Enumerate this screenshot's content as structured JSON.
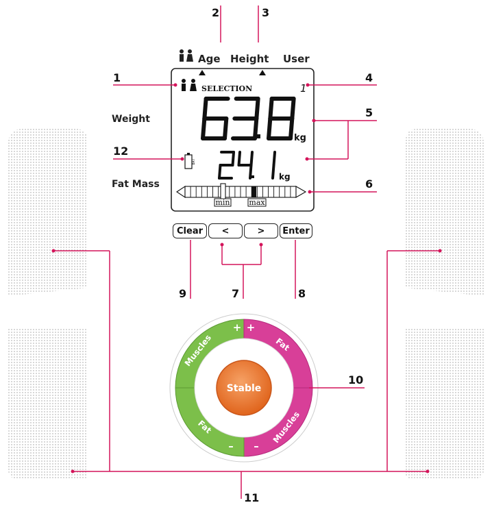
{
  "callouts": [
    "1",
    "2",
    "3",
    "4",
    "5",
    "6",
    "7",
    "8",
    "9",
    "10",
    "11",
    "12"
  ],
  "panel": {
    "user_icon": "two-person-icon",
    "age": "Age",
    "height": "Height",
    "user": "User",
    "weight": "Weight",
    "fat_mass": "Fat Mass"
  },
  "display": {
    "selection": "SELECTION",
    "user_number": "1",
    "weight_value": "63.8",
    "weight_unit": "kg",
    "fat_value": "24.1",
    "fat_unit": "kg",
    "battery": "BAT",
    "min": "min",
    "max": "max"
  },
  "buttons": {
    "clear": "Clear",
    "left": "<",
    "right": ">",
    "enter": "Enter"
  },
  "dial": {
    "center": "Stable",
    "muscles_plus": "Muscles",
    "fat_plus": "Fat",
    "fat_minus": "Fat",
    "muscles_minus": "Muscles",
    "plus": "+",
    "minus": "–"
  },
  "colors": {
    "accent_line": "#d4145a",
    "green": "#6fb541",
    "magenta": "#d0318e",
    "orange": "#ee7b2e"
  }
}
